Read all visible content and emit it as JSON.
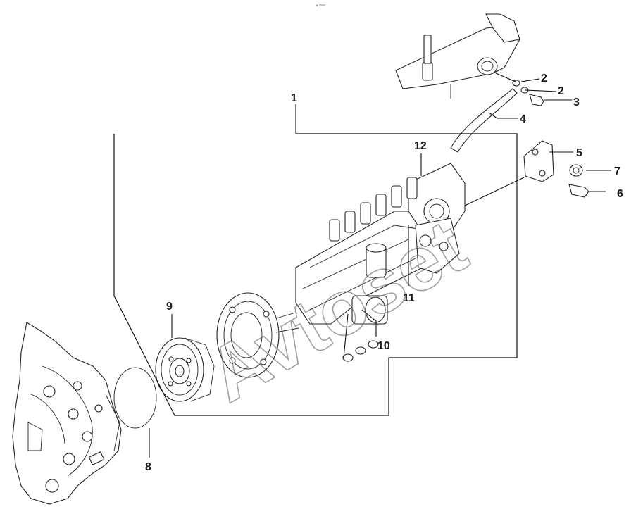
{
  "header_mark": "ъ ══",
  "callouts": [
    {
      "id": "1",
      "label": "1"
    },
    {
      "id": "2a",
      "label": "2"
    },
    {
      "id": "2b",
      "label": "2"
    },
    {
      "id": "3",
      "label": "3"
    },
    {
      "id": "4",
      "label": "4"
    },
    {
      "id": "5",
      "label": "5"
    },
    {
      "id": "6",
      "label": "6"
    },
    {
      "id": "7",
      "label": "7"
    },
    {
      "id": "8",
      "label": "8"
    },
    {
      "id": "9",
      "label": "9"
    },
    {
      "id": "10",
      "label": "10"
    },
    {
      "id": "11",
      "label": "11"
    },
    {
      "id": "12",
      "label": "12"
    }
  ],
  "watermark": "Avtoset",
  "colors": {
    "line": "#111111",
    "background": "#ffffff",
    "watermark": "#555555"
  }
}
